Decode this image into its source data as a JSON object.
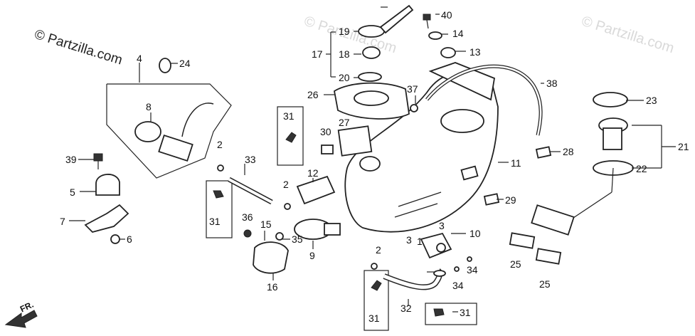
{
  "brand": "© Partzilla.com",
  "watermarks": [
    "© Partzilla.com",
    "© Partzilla.com",
    "© Partzilla.com"
  ],
  "arrow_label": "FR.",
  "callouts": [
    "1",
    "2",
    "2",
    "2",
    "3",
    "3",
    "4",
    "5",
    "6",
    "7",
    "8",
    "9",
    "10",
    "11",
    "12",
    "13",
    "14",
    "15",
    "16",
    "17",
    "18",
    "19",
    "20",
    "21",
    "22",
    "23",
    "24",
    "25",
    "25",
    "26",
    "27",
    "28",
    "29",
    "30",
    "31",
    "31",
    "31",
    "31",
    "32",
    "33",
    "34",
    "34",
    "35",
    "36",
    "37",
    "38",
    "39",
    "40"
  ]
}
